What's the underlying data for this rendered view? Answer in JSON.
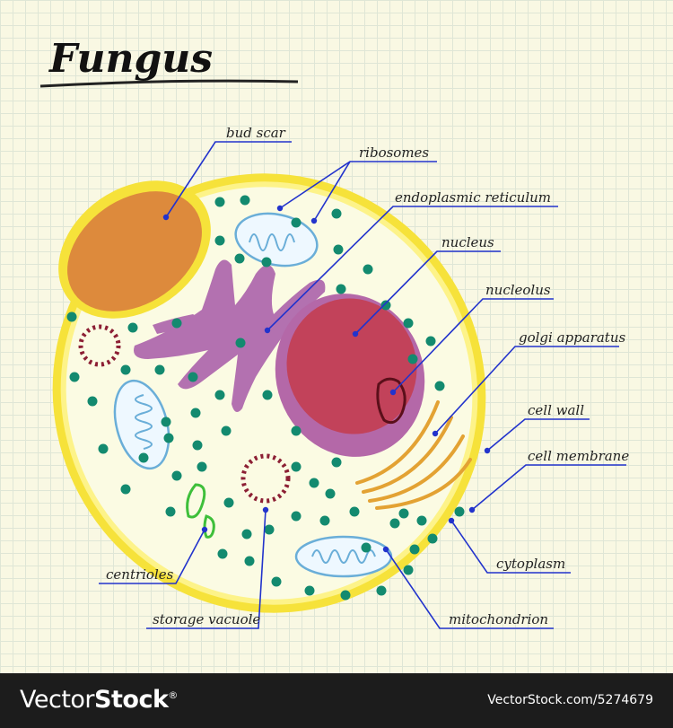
{
  "title": "Fungus",
  "labels": {
    "bud_scar": "bud scar",
    "ribosomes": "ribosomes",
    "endoplasmic_reticulum": "endoplasmic reticulum",
    "nucleus": "nucleus",
    "nucleolus": "nucleolus",
    "golgi_apparatus": "golgi apparatus",
    "cell_wall": "cell wall",
    "cell_membrane": "cell membrane",
    "cytoplasm": "cytoplasm",
    "mitochondrion": "mitochondrion",
    "storage_vacuole": "storage vacuole",
    "centrioles": "centrioles"
  },
  "footer": {
    "brand_light": "Vector",
    "brand_bold": "Stock",
    "brand_reg": "®",
    "credit": "VectorStock.com/5274679"
  },
  "colors": {
    "cell_wall": "#f6e23a",
    "cytoplasm": "#fbfbe3",
    "bud_scar": "#dd8a3c",
    "er": "#b371b0",
    "nucleus_outer": "#b468a8",
    "nucleus_inner": "#c2425a",
    "ribosome": "#138a6f",
    "pointer_line": "#2233cc",
    "golgi": "#e3a233",
    "mitochondrion": "#6aaed8",
    "vacuole": "#8c1f34",
    "centriole": "#3ebf3a"
  }
}
